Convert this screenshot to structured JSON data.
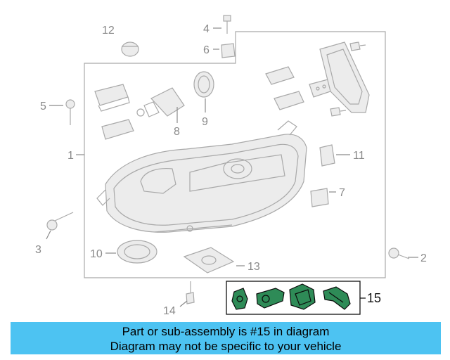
{
  "callouts": {
    "c1": "1",
    "c2": "2",
    "c3": "3",
    "c4": "4",
    "c5": "5",
    "c6": "6",
    "c7": "7",
    "c8": "8",
    "c9": "9",
    "c10": "10",
    "c11": "11",
    "c12": "12",
    "c13": "13",
    "c14": "14",
    "c15": "15"
  },
  "banner": {
    "line1": "Part or sub-assembly is #15 in diagram",
    "line2": "Diagram may not be specific to your vehicle"
  },
  "colors": {
    "banner": "#4dc3f2",
    "highlight_part": "#2e8b57",
    "line_art": "#a9a9a9"
  }
}
